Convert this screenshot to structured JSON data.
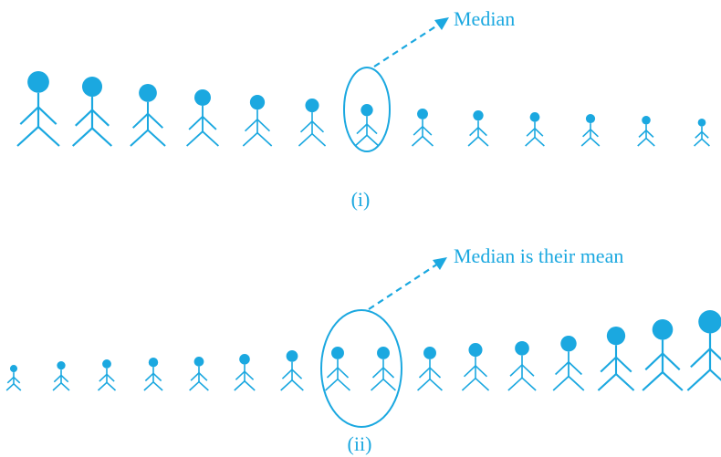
{
  "colors": {
    "accent": "#1ba8e0"
  },
  "panel_i": {
    "caption": "(i)",
    "annotation": "Median",
    "figure_count": 13,
    "median_figures": [
      7
    ]
  },
  "panel_ii": {
    "caption": "(ii)",
    "annotation": "Median is their mean",
    "figure_count": 16,
    "median_figures": [
      8,
      9
    ]
  }
}
